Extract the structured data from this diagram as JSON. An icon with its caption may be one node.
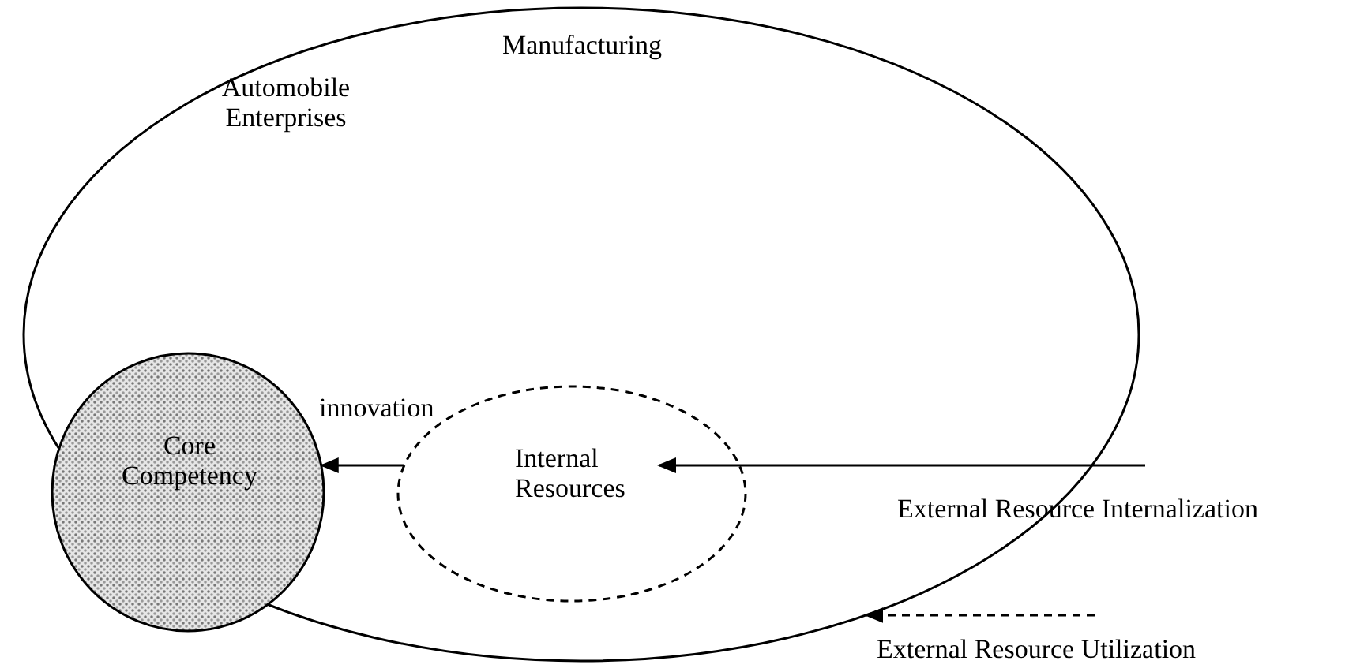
{
  "diagram": {
    "nodes": [
      {
        "text": [
          "Automobile Enterprises",
          "Manufacturing"
        ]
      },
      {
        "text": [
          "Core Competency"
        ],
        "in": 0
      },
      {
        "text": [
          "Internal Resources"
        ],
        "in": 0
      }
    ],
    "edges": [
      {
        "from": 2,
        "to": 1,
        "arrow": "to",
        "label": "innovation"
      },
      {
        "from": null,
        "to": 2,
        "arrow": "to",
        "label": "External Resource Internalization"
      },
      {
        "from": null,
        "to": 0,
        "arrow": "to",
        "style": "dashed",
        "label": "External Resource Utilization"
      }
    ]
  }
}
